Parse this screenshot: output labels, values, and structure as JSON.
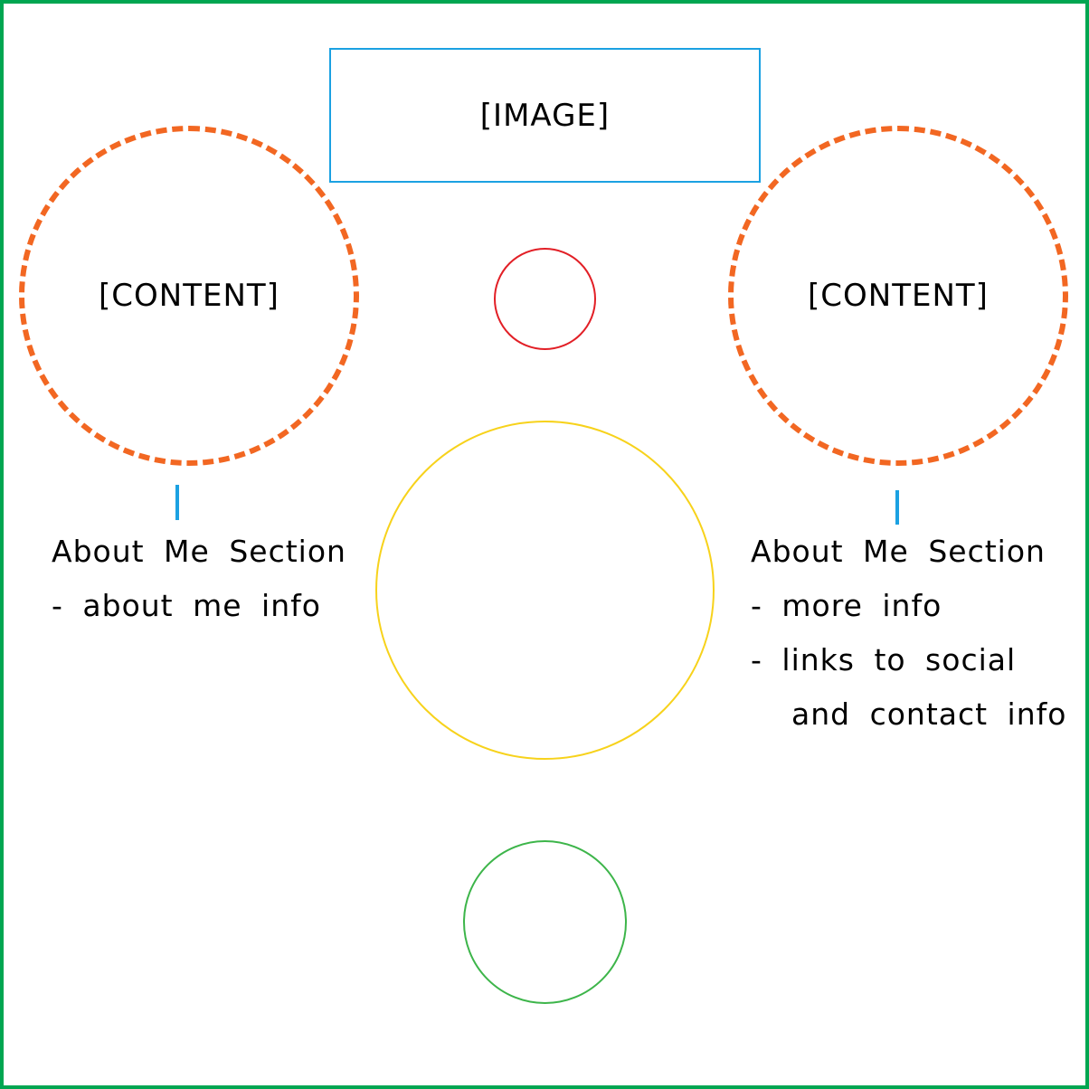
{
  "colors": {
    "frame": "#00a651",
    "image_box": "#1ba1e2",
    "content_circle": "#f26722",
    "small_circle": "#e21f26",
    "large_circle": "#f7d21b",
    "bottom_circle": "#3db54a",
    "connector": "#1ba1e2"
  },
  "image_box": {
    "label": "[IMAGE]"
  },
  "left_section": {
    "circle_label": "[CONTENT]",
    "lines": [
      "About Me Section",
      "-  about me info"
    ]
  },
  "right_section": {
    "circle_label": "[CONTENT]",
    "lines": [
      "About Me Section",
      "-  more info",
      "-  links to social",
      "and contact info"
    ]
  }
}
